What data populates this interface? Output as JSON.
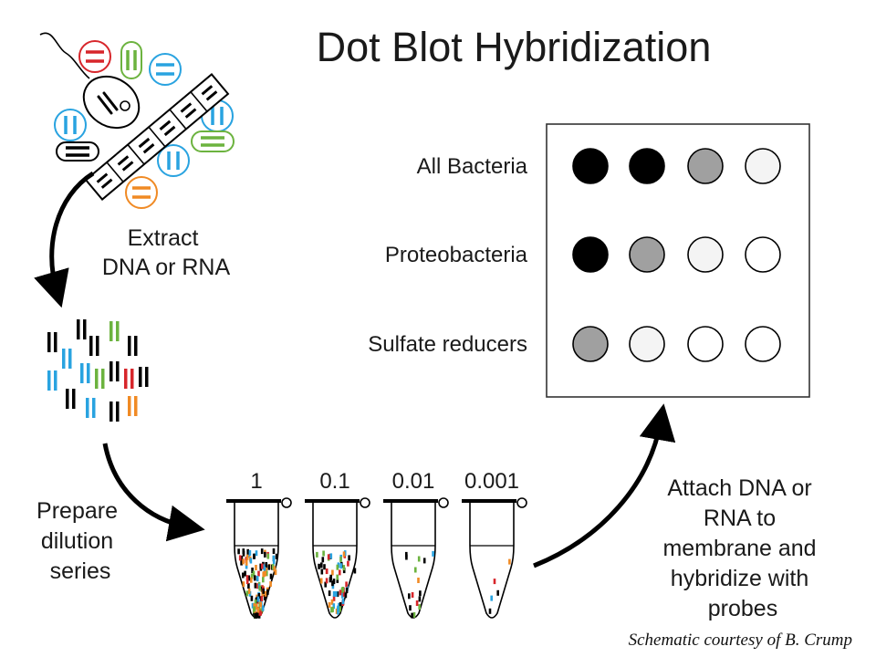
{
  "title": "Dot Blot Hybridization",
  "steps": {
    "extract": [
      "Extract",
      "DNA or RNA"
    ],
    "dilute": [
      "Prepare",
      "dilution",
      "series"
    ],
    "attach": [
      "Attach DNA or",
      "RNA to",
      "membrane and",
      "hybridize with",
      "probes"
    ]
  },
  "dilutions": [
    "1",
    "0.1",
    "0.01",
    "0.001"
  ],
  "blot": {
    "rows": [
      {
        "label": "All Bacteria",
        "intensities": [
          "black",
          "black",
          "gray",
          "light"
        ]
      },
      {
        "label": "Proteobacteria",
        "intensities": [
          "black",
          "gray",
          "light",
          "white"
        ]
      },
      {
        "label": "Sulfate reducers",
        "intensities": [
          "gray",
          "light",
          "white",
          "white"
        ]
      }
    ]
  },
  "colors": {
    "black": "#000000",
    "gray": "#a0a0a0",
    "light": "#f4f4f4",
    "white": "#ffffff",
    "red": "#d7262b",
    "green": "#6cb33f",
    "blue": "#29a3e0",
    "orange": "#f08a24"
  },
  "credit": "Schematic courtesy of B. Crump"
}
